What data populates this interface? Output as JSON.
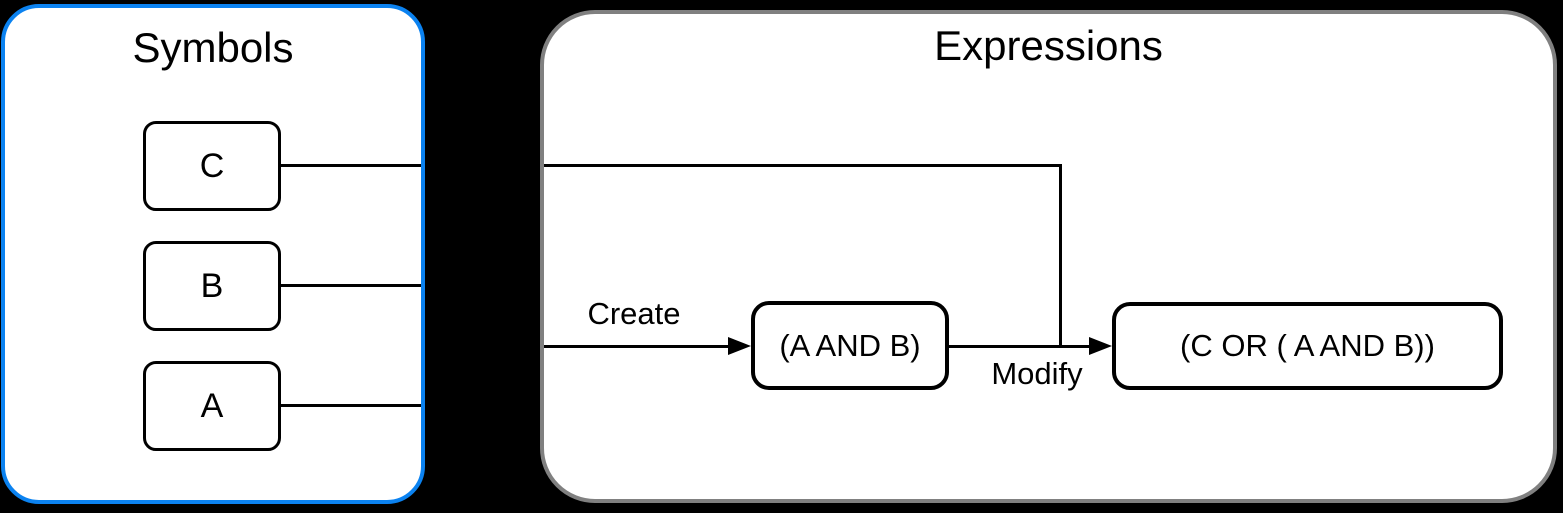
{
  "diagram": {
    "colors": {
      "background": "#000000",
      "panel_fill": "#ffffff",
      "symbols_border": "#0b82f0",
      "expressions_border": "#808080",
      "line": "#000000",
      "text": "#000000"
    },
    "symbols": {
      "title": "Symbols",
      "items": [
        {
          "label": "C"
        },
        {
          "label": "B"
        },
        {
          "label": "A"
        }
      ]
    },
    "expressions": {
      "title": "Expressions",
      "nodes": [
        {
          "label": "(A AND B)"
        },
        {
          "label": "(C OR ( A AND B))"
        }
      ],
      "edges": [
        {
          "label": "Create"
        },
        {
          "label": "Modify"
        }
      ]
    }
  }
}
